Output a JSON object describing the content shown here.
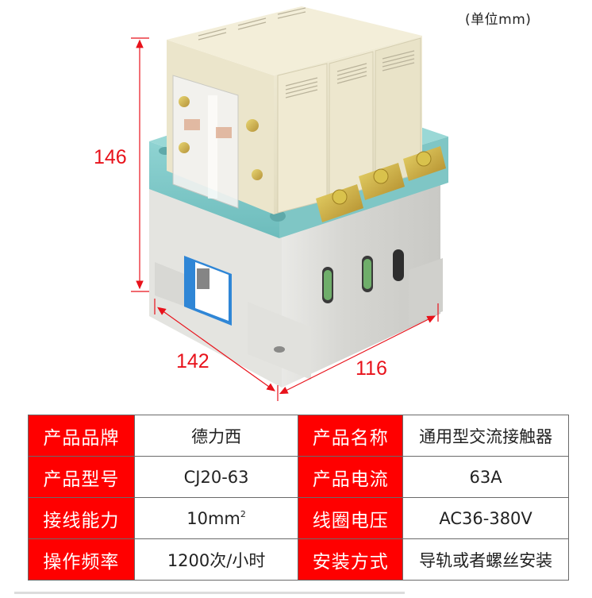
{
  "header": {
    "unit_note": "(单位mm)"
  },
  "product_image": {
    "subject": "CJ20-63 AC contactor",
    "dimensions": {
      "height_label": "146",
      "depth_label": "142",
      "width_label": "116"
    },
    "colors": {
      "dimension_lines": "#e8121b",
      "housing_top": "#ece7cf",
      "mid_frame": "#7cc8c8",
      "base": "#dcdcd8",
      "terminal_brass": "#c9a43a",
      "nameplate_blue": "#2f86d6"
    }
  },
  "spec_table": {
    "rows": [
      {
        "key1": "产品品牌",
        "val1": "德力西",
        "key2": "产品名称",
        "val2": "通用型交流接触器"
      },
      {
        "key1": "产品型号",
        "val1": "CJ20-63",
        "key2": "产品电流",
        "val2": "63A"
      },
      {
        "key1": "接线能力",
        "val1": "10mm",
        "val1_sup": "2",
        "key2": "线圈电压",
        "val2": "AC36-380V"
      },
      {
        "key1": "操作频率",
        "val1": "1200次/小时",
        "key2": "安装方式",
        "val2": "导轨或者螺丝安装"
      }
    ],
    "colors": {
      "key_bg": "#ff0000",
      "key_text": "#ffffff",
      "value_text": "#222222",
      "border": "#6a6a6a"
    }
  }
}
